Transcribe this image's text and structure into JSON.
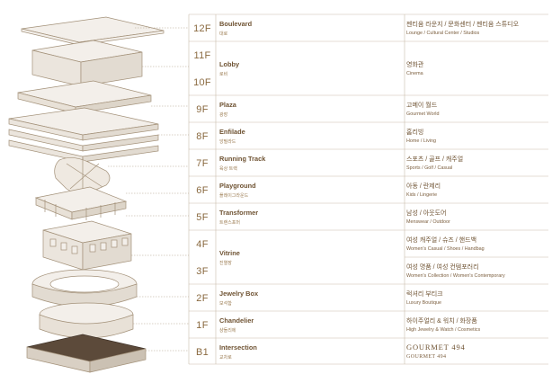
{
  "colors": {
    "ink": "#8a6a40",
    "line": "#b8a68e",
    "face": "#f3efea",
    "dark": "#5c4a3a"
  },
  "floors": [
    {
      "floor": "12F",
      "zone": "Boulevard",
      "zone_ko": "대로",
      "brand_ko": "젠티움 라운지 / 문화센터 / 젠티움 스튜디오",
      "brand_en": "Lounge / Cultural Center / Studios"
    },
    {
      "floor": "11F",
      "floor2": "10F",
      "zone": "Lobby",
      "zone_ko": "로비",
      "brand_ko": "영화관",
      "brand_en": "Cinema"
    },
    {
      "floor": "9F",
      "zone": "Plaza",
      "zone_ko": "광장",
      "brand_ko": "고메이 월드",
      "brand_en": "Gourmet World"
    },
    {
      "floor": "8F",
      "zone": "Enfilade",
      "zone_ko": "앙필라드",
      "brand_ko": "홈리빙",
      "brand_en": "Home / Living"
    },
    {
      "floor": "7F",
      "zone": "Running Track",
      "zone_ko": "육상 트랙",
      "brand_ko": "스포츠 / 골프 / 캐주얼",
      "brand_en": "Sports / Golf / Casual"
    },
    {
      "floor": "6F",
      "zone": "Playground",
      "zone_ko": "플레이그라운드",
      "brand_ko": "아동 / 란제리",
      "brand_en": "Kids / Lingerie"
    },
    {
      "floor": "5F",
      "zone": "Transformer",
      "zone_ko": "트랜스포머",
      "brand_ko": "남성 / 아웃도어",
      "brand_en": "Menswear / Outdoor"
    },
    {
      "floor": "4F",
      "floor2": "3F",
      "zone": "Vitrine",
      "zone_ko": "진열장",
      "brand_ko": "여성 캐주얼 / 슈즈 / 핸드백",
      "brand_en": "Women's Casual / Shoes / Handbag",
      "brand_ko2": "여성 명품 / 여성 컨템포러리",
      "brand_en2": "Women's Collection / Women's Contemporary"
    },
    {
      "floor": "2F",
      "zone": "Jewelry Box",
      "zone_ko": "보석함",
      "brand_ko": "럭셔리 부티크",
      "brand_en": "Luxury Boutique"
    },
    {
      "floor": "1F",
      "zone": "Chandelier",
      "zone_ko": "샹들리에",
      "brand_ko": "하이주얼리 & 워치 / 화장품",
      "brand_en": "High Jewelry & Watch / Cosmetics"
    },
    {
      "floor": "B1",
      "zone": "Intersection",
      "zone_ko": "교차로",
      "brand_ko": "GOURMET 494",
      "brand_en": "GOURMET 494"
    }
  ]
}
